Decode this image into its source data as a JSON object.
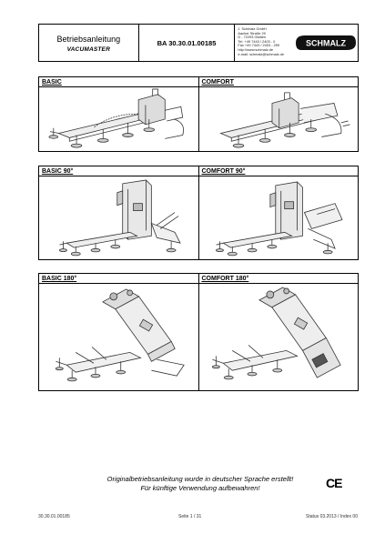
{
  "header": {
    "title": "Betriebsanleitung",
    "subtitle": "VACUMASTER",
    "doc_number": "BA 30.30.01.00185",
    "address_lines": [
      "J. Schmalz GmbH",
      "Aacher Straße 29",
      "D - 72293 Glatten",
      "Tel. +49 7443 / 2403 - 0",
      "Fax +49 7443 / 2403 - 259",
      "http://www.schmalz.de",
      "e-mail: schmalz@schmalz.de"
    ],
    "logo_text": "SCHMALZ"
  },
  "variants": [
    {
      "label": "BASIC"
    },
    {
      "label": "COMFORT"
    },
    {
      "label": "BASIC 90°"
    },
    {
      "label": "COMFORT 90°"
    },
    {
      "label": "BASIC 180°"
    },
    {
      "label": "COMFORT 180°"
    }
  ],
  "notice": {
    "line1": "Originalbetriebsanleitung wurde in deutscher Sprache erstellt!",
    "line2": "Für künftige Verwendung aufbewahren!"
  },
  "ce_mark": "CE",
  "footer": {
    "doc": "30.30.01.00185",
    "page": "Seite 1 / 31",
    "status": "Status 03.2013 / Index 00"
  }
}
